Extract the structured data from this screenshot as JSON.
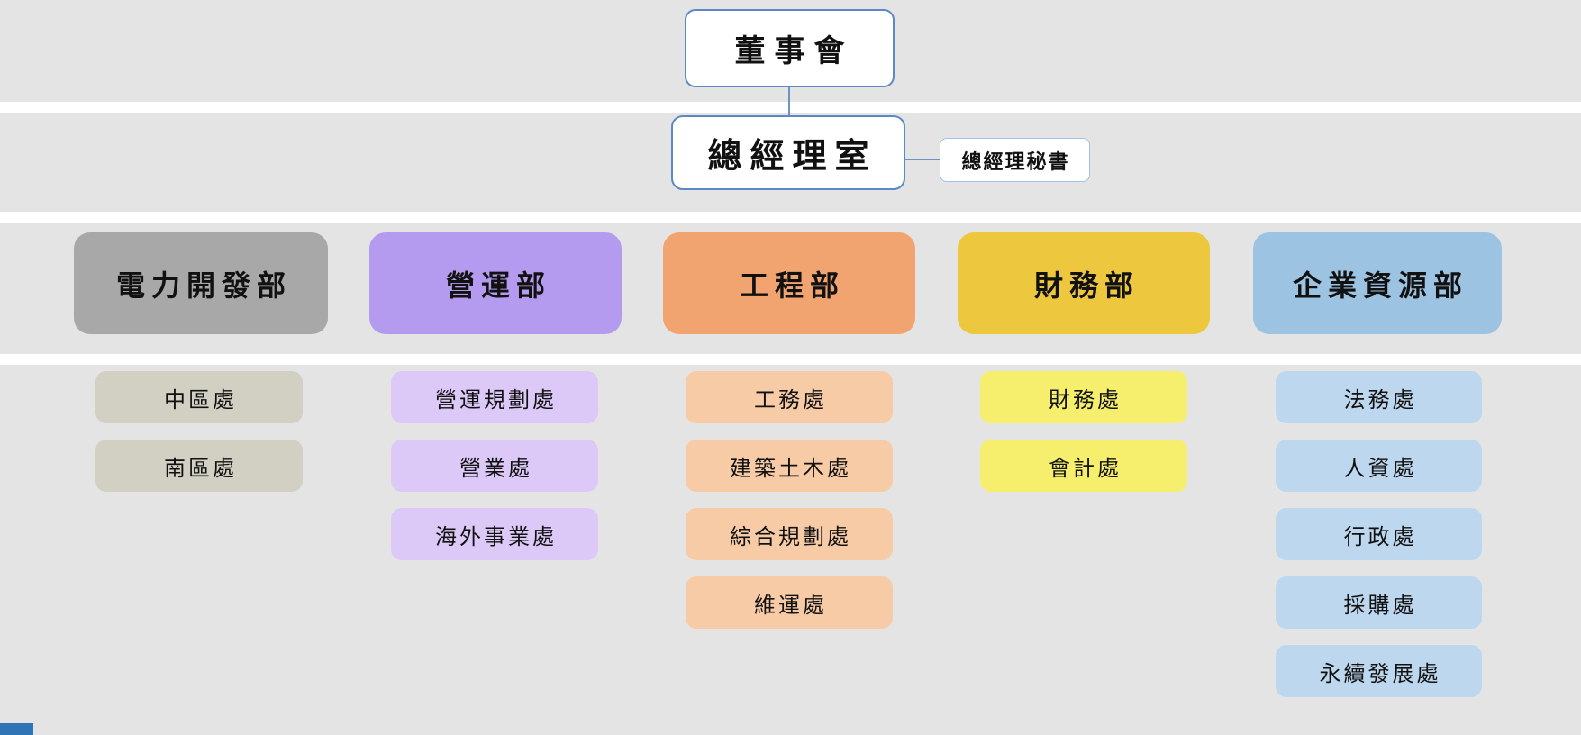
{
  "page": {
    "background_color": "#e4e4e4",
    "separator_color": "#ffffff",
    "connector_color": "#7191c5",
    "corner_accent_color": "#2e75b6"
  },
  "top": {
    "board": {
      "label": "董事會",
      "fill": "#ffffff",
      "border": "#5c88c5"
    },
    "gm_office": {
      "label": "總經理室",
      "fill": "#ffffff",
      "border": "#5c88c5"
    },
    "gm_secretary": {
      "label": "總經理秘書",
      "fill": "#ffffff",
      "border": "#9dc3e6"
    }
  },
  "departments": [
    {
      "label": "電力開發部",
      "color": "#a9a8a8",
      "sub_color": "#d2d0c2",
      "subunits": [
        "中區處",
        "南區處"
      ]
    },
    {
      "label": "營運部",
      "color": "#b49bef",
      "sub_color": "#ddc9f7",
      "subunits": [
        "營運規劃處",
        "營業處",
        "海外事業處"
      ]
    },
    {
      "label": "工程部",
      "color": "#f1a470",
      "sub_color": "#f8cba7",
      "subunits": [
        "工務處",
        "建築土木處",
        "綜合規劃處",
        "維運處"
      ]
    },
    {
      "label": "財務部",
      "color": "#edc83f",
      "sub_color": "#f6ef6e",
      "subunits": [
        "財務處",
        "會計處"
      ]
    },
    {
      "label": "企業資源部",
      "color": "#9dc3e3",
      "sub_color": "#bdd7ee",
      "subunits": [
        "法務處",
        "人資處",
        "行政處",
        "採購處",
        "永續發展處"
      ]
    }
  ]
}
